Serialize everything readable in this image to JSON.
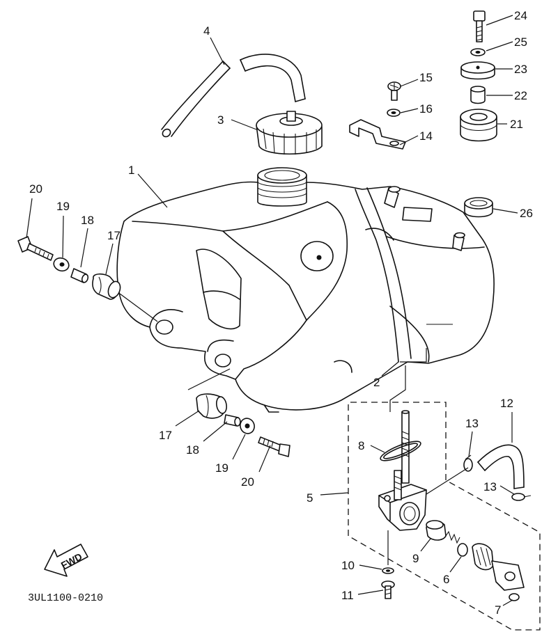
{
  "diagram": {
    "code": "3UL1100-0210",
    "fwd_label": "FWD"
  },
  "callouts": [
    "24",
    "25",
    "23",
    "22",
    "21",
    "26",
    "15",
    "16",
    "14",
    "4",
    "3",
    "1",
    "20",
    "19",
    "18",
    "17",
    "17",
    "18",
    "19",
    "20",
    "2",
    "5",
    "8",
    "12",
    "13",
    "13",
    "9",
    "6",
    "10",
    "11",
    "7"
  ]
}
